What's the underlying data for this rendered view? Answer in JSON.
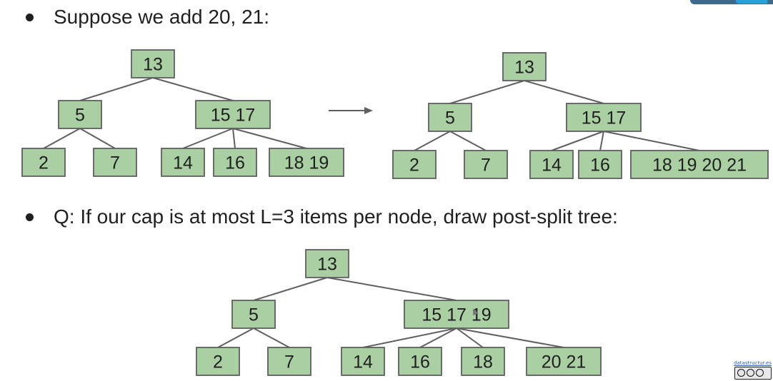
{
  "bullets": [
    {
      "text": "Suppose we add 20, 21:"
    },
    {
      "text": "Q: If our cap is at most L=3 items per node, draw post-split tree:"
    }
  ],
  "nodes": [
    {
      "id": "t1-root",
      "label": "13"
    },
    {
      "id": "t1-5",
      "label": "5"
    },
    {
      "id": "t1-1517",
      "label": "15  17"
    },
    {
      "id": "t1-2",
      "label": "2"
    },
    {
      "id": "t1-7",
      "label": "7"
    },
    {
      "id": "t1-14",
      "label": "14"
    },
    {
      "id": "t1-16",
      "label": "16"
    },
    {
      "id": "t1-1819",
      "label": "18  19"
    },
    {
      "id": "t2-root",
      "label": "13"
    },
    {
      "id": "t2-5",
      "label": "5"
    },
    {
      "id": "t2-1517",
      "label": "15  17"
    },
    {
      "id": "t2-2",
      "label": "2"
    },
    {
      "id": "t2-7",
      "label": "7"
    },
    {
      "id": "t2-14",
      "label": "14"
    },
    {
      "id": "t2-16",
      "label": "16"
    },
    {
      "id": "t2-big",
      "label": "18  19  20  21"
    },
    {
      "id": "t3-root",
      "label": "13"
    },
    {
      "id": "t3-5",
      "label": "5"
    },
    {
      "id": "t3-151719",
      "label": "15  17  19"
    },
    {
      "id": "t3-2",
      "label": "2"
    },
    {
      "id": "t3-7",
      "label": "7"
    },
    {
      "id": "t3-14",
      "label": "14"
    },
    {
      "id": "t3-16",
      "label": "16"
    },
    {
      "id": "t3-18",
      "label": "18"
    },
    {
      "id": "t3-2021",
      "label": "20  21"
    }
  ],
  "edges": [
    [
      "t1-root",
      "t1-5"
    ],
    [
      "t1-root",
      "t1-1517"
    ],
    [
      "t1-5",
      "t1-2"
    ],
    [
      "t1-5",
      "t1-7"
    ],
    [
      "t1-1517",
      "t1-14"
    ],
    [
      "t1-1517",
      "t1-16"
    ],
    [
      "t1-1517",
      "t1-1819"
    ],
    [
      "t2-root",
      "t2-5"
    ],
    [
      "t2-root",
      "t2-1517"
    ],
    [
      "t2-5",
      "t2-2"
    ],
    [
      "t2-5",
      "t2-7"
    ],
    [
      "t2-1517",
      "t2-14"
    ],
    [
      "t2-1517",
      "t2-16"
    ],
    [
      "t2-1517",
      "t2-big"
    ],
    [
      "t3-root",
      "t3-5"
    ],
    [
      "t3-root",
      "t3-151719"
    ],
    [
      "t3-5",
      "t3-2"
    ],
    [
      "t3-5",
      "t3-7"
    ],
    [
      "t3-151719",
      "t3-14"
    ],
    [
      "t3-151719",
      "t3-16"
    ],
    [
      "t3-151719",
      "t3-18"
    ],
    [
      "t3-151719",
      "t3-2021"
    ]
  ],
  "footer": {
    "link_text": "datastructur.es"
  }
}
